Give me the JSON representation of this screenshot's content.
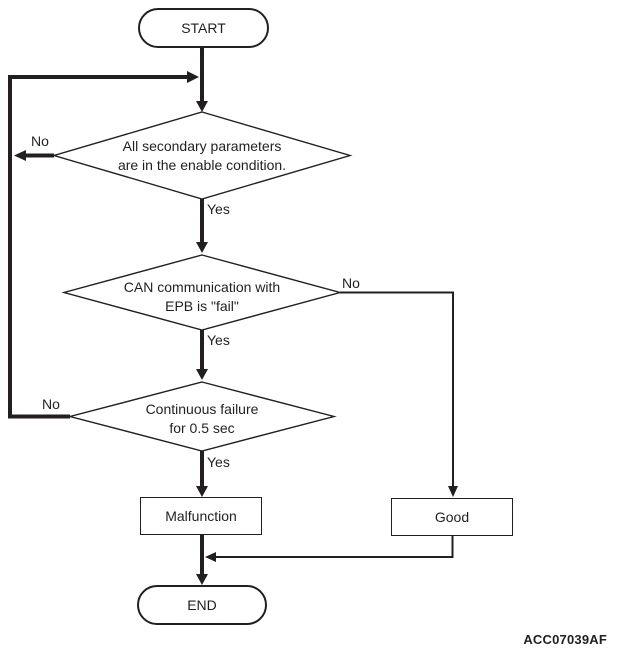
{
  "diagram": {
    "title_node": "flowchart",
    "colors": {
      "line": "#231f20",
      "background": "#ffffff"
    },
    "nodes": {
      "start": {
        "label": "START"
      },
      "decision1": {
        "line1": "All secondary parameters",
        "line2": "are in the enable condition."
      },
      "decision2": {
        "line1": "CAN communication with",
        "line2": "EPB is \"fail\""
      },
      "decision3": {
        "line1": "Continuous failure",
        "line2": "for 0.5 sec"
      },
      "malfunction": {
        "label": "Malfunction"
      },
      "good": {
        "label": "Good"
      },
      "end": {
        "label": "END"
      }
    },
    "edge_labels": {
      "decision1_no": "No",
      "decision1_yes": "Yes",
      "decision2_no": "No",
      "decision2_yes": "Yes",
      "decision3_no": "No",
      "decision3_yes": "Yes"
    },
    "figure_code": "ACC07039AF"
  }
}
